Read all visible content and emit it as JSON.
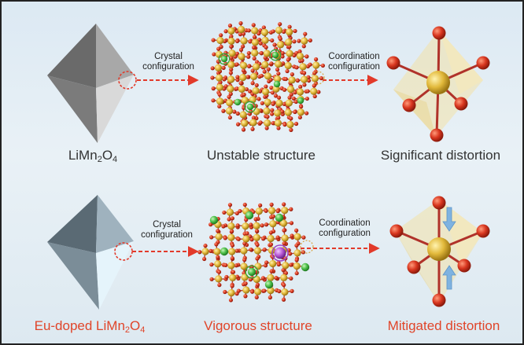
{
  "rows": [
    {
      "crystal_label_1": "Crystal",
      "crystal_label_2": "configuration",
      "coord_label_1": "Coordination",
      "coord_label_2": "configuration",
      "material_main": "LiMn",
      "material_sub1": "2",
      "material_mid": "O",
      "material_sub2": "4",
      "structure_caption": "Unstable structure",
      "distortion_caption": "Significant distortion"
    },
    {
      "crystal_label_1": "Crystal",
      "crystal_label_2": "configuration",
      "coord_label_1": "Coordination",
      "coord_label_2": "configuration",
      "material_prefix": "Eu-doped LiMn",
      "material_sub1": "2",
      "material_mid": "O",
      "material_sub2": "4",
      "structure_caption": "Vigorous structure",
      "distortion_caption": "Mitigated distortion"
    }
  ],
  "colors": {
    "arrow": "#e23a2a",
    "oxygen": "#d8361f",
    "manganese": "#e2b93b",
    "lithium": "#4cbf4a",
    "europium": "#b85ad6",
    "compression_arrow": "#7fb3e0",
    "caption_highlight": "#e0452a"
  }
}
